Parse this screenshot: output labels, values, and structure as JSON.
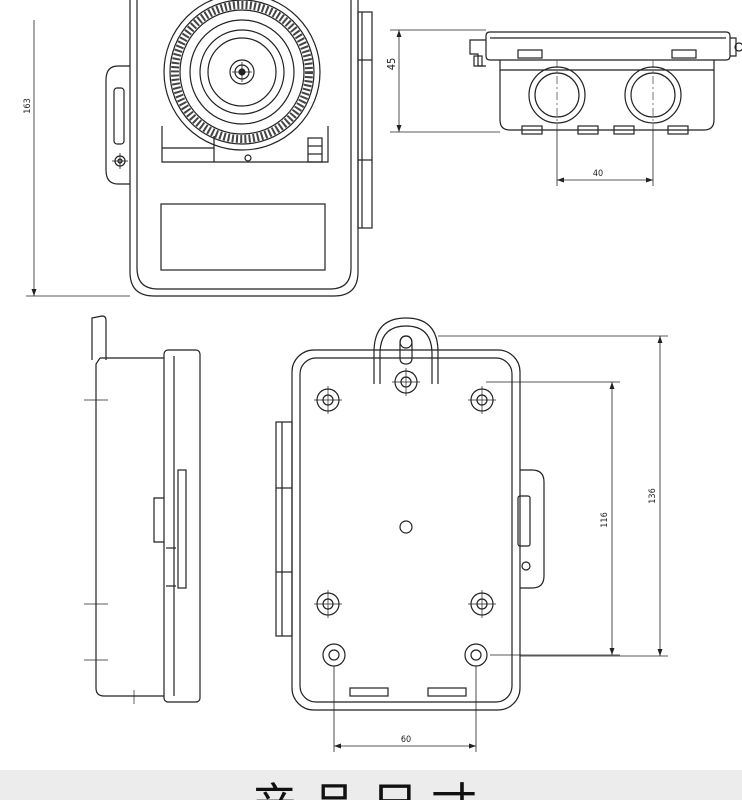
{
  "dimensions": {
    "height_total": "163",
    "front_depth": "45",
    "port_spacing": "40",
    "mount_height": "136",
    "hole_vertical": "116",
    "hole_horizontal": "60"
  },
  "footer": {
    "title": "产品尺寸"
  },
  "colors": {
    "line": "#222222",
    "footer_bg": "#ececec"
  }
}
